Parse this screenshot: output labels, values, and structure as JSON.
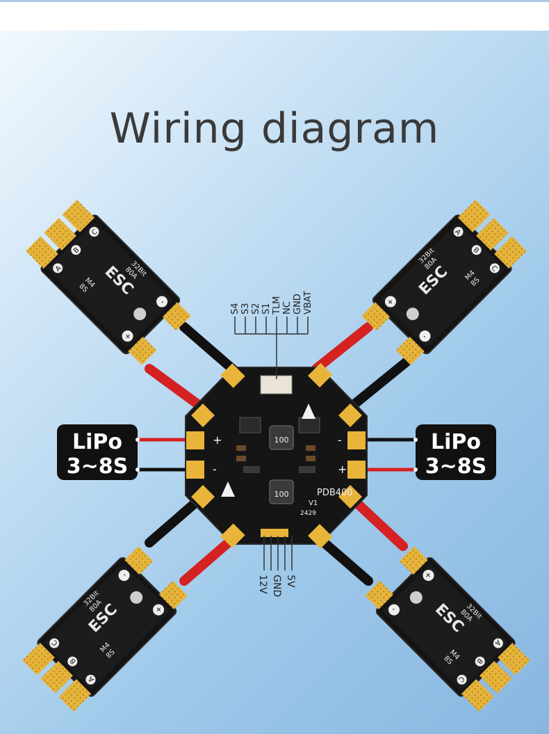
{
  "title": "Wiring diagram",
  "board": {
    "name": "PDB400",
    "version": "V1",
    "date_code": "2429",
    "inductor_label": "100"
  },
  "signal_header": [
    "S4",
    "S3",
    "S2",
    "S1",
    "TLM",
    "NC",
    "GND",
    "VBAT"
  ],
  "power_header": [
    "12V",
    "GND",
    "5V"
  ],
  "batteries": [
    {
      "line1": "LiPo",
      "line2": "3~8S",
      "side": "left"
    },
    {
      "line1": "LiPo",
      "line2": "3~8S",
      "side": "right"
    }
  ],
  "esc": {
    "label": "ESC",
    "model": "M4",
    "cells": "8S",
    "current": "80A",
    "firmware": "32Bit",
    "motor_pads": [
      "A",
      "B",
      "C"
    ],
    "plus": "+",
    "minus": "-"
  },
  "board_marks": {
    "plus": "+",
    "minus": "-"
  },
  "colors": {
    "title": "#3a3a3a",
    "board": "#151515",
    "pad_gold": "#e8b53a",
    "wire_red": "#d42222",
    "wire_black": "#111111"
  }
}
